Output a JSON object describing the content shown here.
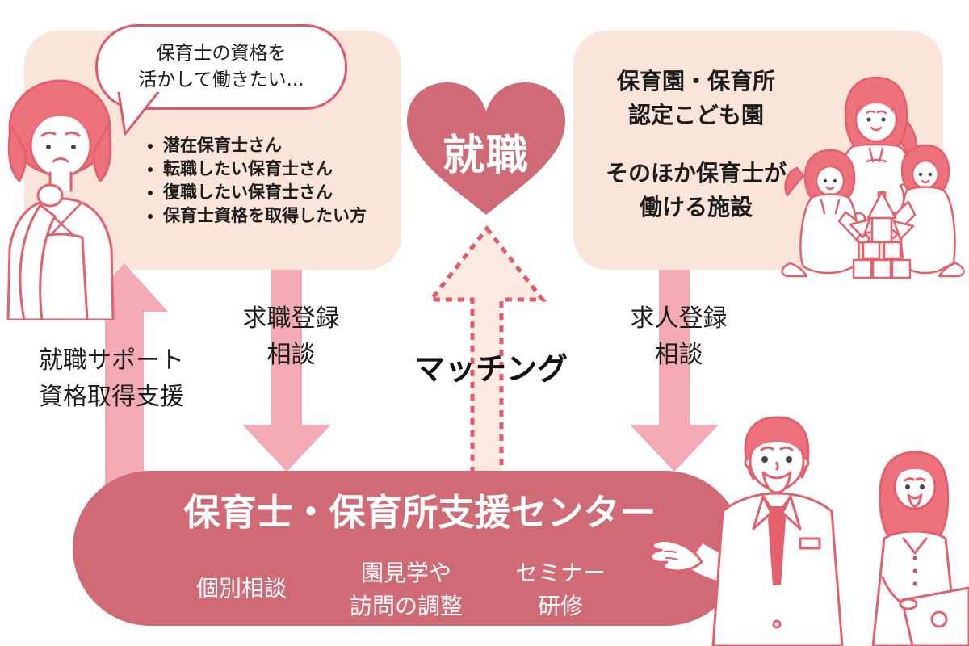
{
  "palette": {
    "box_bg": "#FBE4DA",
    "rose": "#D06B75",
    "arrow_pink": "#F3AAB4",
    "match_fill": "#FBE9E2",
    "match_stroke": "#E25B65",
    "line_red": "#E4606C",
    "hair_pink": "#EE727D",
    "bubble_border": "#E0596A",
    "ink": "#1C1C1C"
  },
  "bubble": {
    "line1": "保育士の資格を",
    "line2": "活かして働きたい..."
  },
  "seekers": {
    "bullets": [
      "潜在保育士さん",
      "転職したい保育士さん",
      "復職したい保育士さん",
      "保育士資格を取得したい方"
    ]
  },
  "heart": {
    "label": "就職"
  },
  "employers": {
    "line1": "保育園・保育所",
    "line2": "認定こども園",
    "line3": "そのほか保育士が",
    "line4": "働ける施設"
  },
  "arrows": {
    "support": {
      "line1": "就職サポート",
      "line2": "資格取得支援"
    },
    "seek": {
      "line1": "求職登録",
      "line2": "相談"
    },
    "matching": {
      "label": "マッチング"
    },
    "post": {
      "line1": "求人登録",
      "line2": "相談"
    }
  },
  "center": {
    "title": "保育士・保育所支援センター",
    "services": [
      {
        "line1": "個別相談",
        "line2": ""
      },
      {
        "line1": "園見学や",
        "line2": "訪問の調整"
      },
      {
        "line1": "セミナー",
        "line2": "研修"
      }
    ]
  }
}
